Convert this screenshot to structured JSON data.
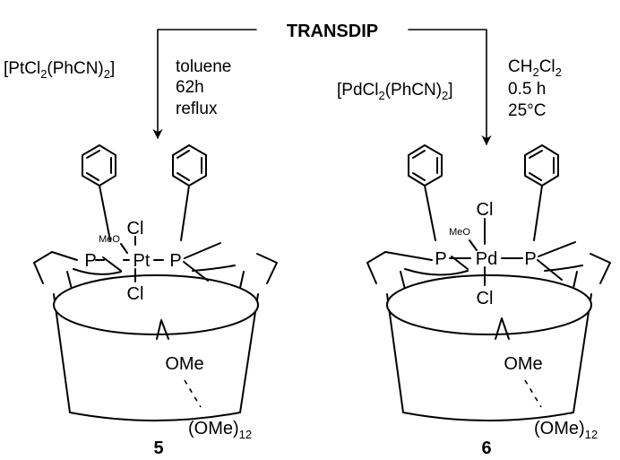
{
  "title": "TRANSDIP",
  "left_reaction": {
    "reagent": [
      "[PtCl",
      "2",
      "(PhCN)",
      "2",
      "]"
    ],
    "conditions": [
      "toluene",
      "62h",
      "reflux"
    ]
  },
  "right_reaction": {
    "reagent": [
      "[PdCl",
      "2",
      "(PhCN)",
      "2",
      "]"
    ],
    "solvent": [
      "CH",
      "2",
      "Cl",
      "2"
    ],
    "conditions": [
      "0.5 h",
      "25°C"
    ]
  },
  "compound_5": {
    "number": "5",
    "metal": "Pt",
    "phosphorus": "P",
    "chloride": "Cl",
    "small_methoxy": "MeO",
    "methoxy": "OMe",
    "methoxy_group": [
      "(OMe)",
      "12"
    ]
  },
  "compound_6": {
    "number": "6",
    "metal": "Pd",
    "phosphorus": "P",
    "chloride": "Cl",
    "small_methoxy": "MeO",
    "methoxy": "OMe",
    "methoxy_group": [
      "(OMe)",
      "12"
    ]
  }
}
